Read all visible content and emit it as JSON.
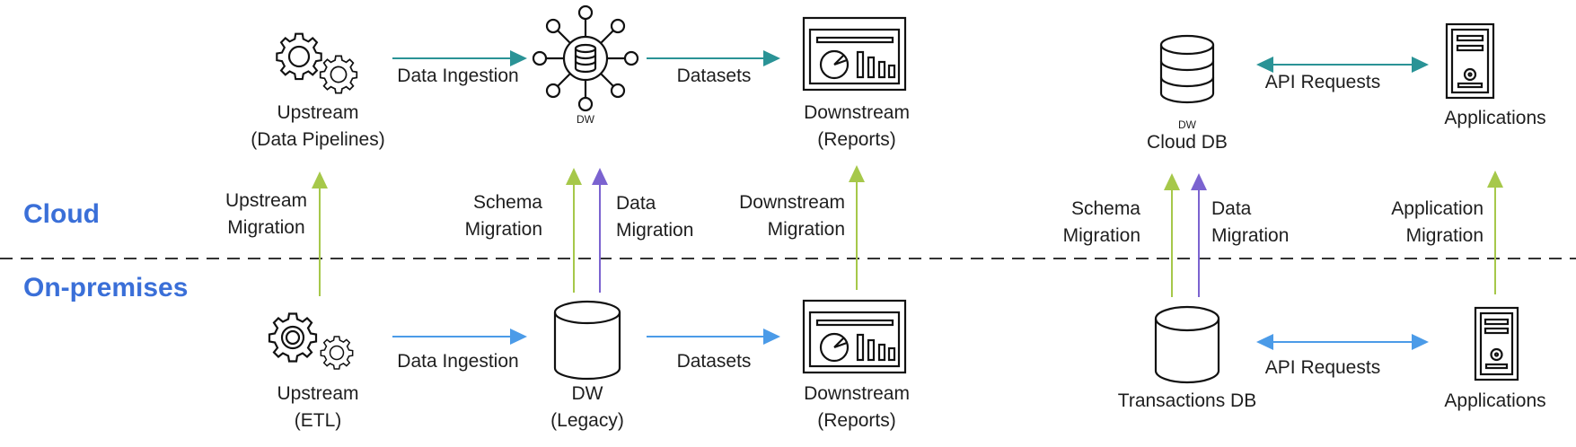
{
  "zones": {
    "top": "Cloud",
    "bottom": "On-premises"
  },
  "colors": {
    "zone_label": "#3a6fd8",
    "cloud_flow_arrow": "#2a9396",
    "onprem_flow_arrow": "#4b9be8",
    "migration_arrow_green": "#a6c84a",
    "migration_arrow_purple": "#7b63d0",
    "divider": "#333333"
  },
  "cloud": {
    "upstream": {
      "icon": "gears-icon",
      "line1": "Upstream",
      "line2": "(Data Pipelines)"
    },
    "dw": {
      "icon": "data-hub-icon",
      "caption": "DW"
    },
    "downstream": {
      "icon": "dashboard-report-icon",
      "line1": "Downstream",
      "line2": "(Reports)"
    },
    "db": {
      "icon": "database-icon",
      "caption": "DW",
      "label": "Cloud DB"
    },
    "apps": {
      "icon": "server-tower-icon",
      "label": "Applications"
    },
    "flows": {
      "ingestion": "Data Ingestion",
      "datasets": "Datasets",
      "api": "API Requests"
    }
  },
  "onprem": {
    "upstream": {
      "icon": "gears-icon",
      "line1": "Upstream",
      "line2": "(ETL)"
    },
    "dw": {
      "icon": "cylinder-db-icon",
      "line1": "DW",
      "line2": "(Legacy)"
    },
    "downstream": {
      "icon": "dashboard-report-icon",
      "line1": "Downstream",
      "line2": "(Reports)"
    },
    "db": {
      "icon": "cylinder-db-icon",
      "label": "Transactions DB"
    },
    "apps": {
      "icon": "server-tower-icon",
      "label": "Applications"
    },
    "flows": {
      "ingestion": "Data Ingestion",
      "datasets": "Datasets",
      "api": "API Requests"
    }
  },
  "migrations": {
    "upstream": {
      "line1": "Upstream",
      "line2": "Migration"
    },
    "schema": {
      "line1": "Schema",
      "line2": "Migration"
    },
    "data": {
      "line1": "Data",
      "line2": "Migration"
    },
    "downstream": {
      "line1": "Downstream",
      "line2": "Migration"
    },
    "schema_db": {
      "line1": "Schema",
      "line2": "Migration"
    },
    "data_db": {
      "line1": "Data",
      "line2": "Migration"
    },
    "application": {
      "line1": "Application",
      "line2": "Migration"
    }
  }
}
